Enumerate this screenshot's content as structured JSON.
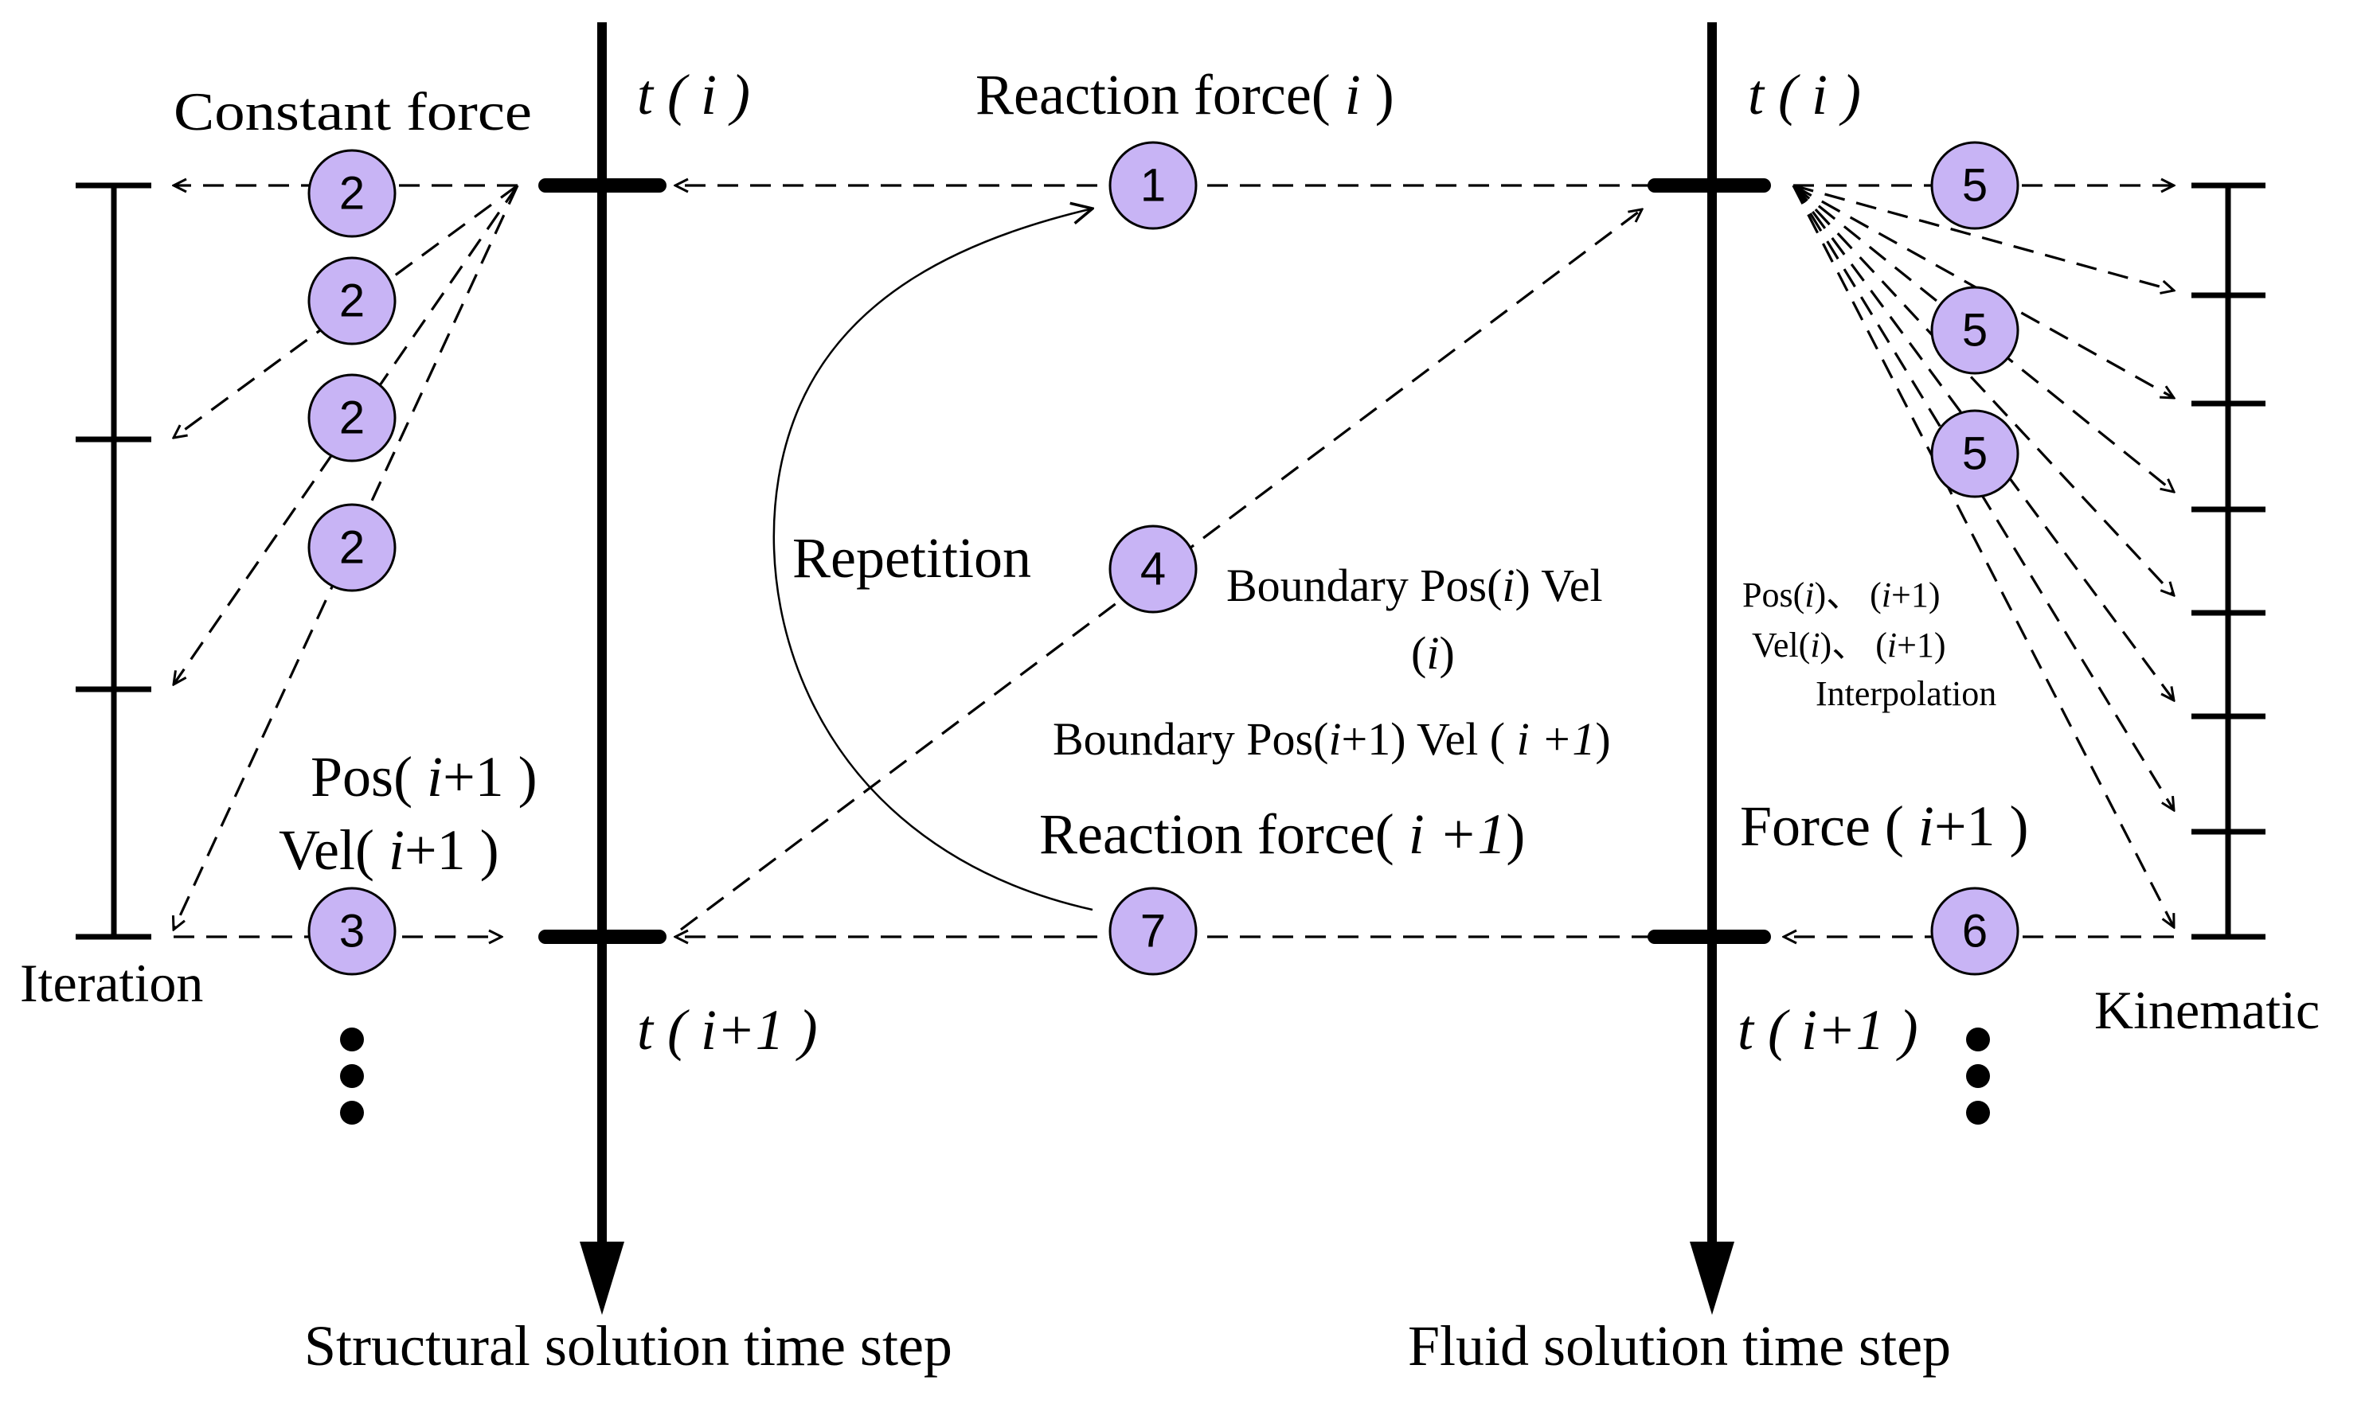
{
  "colors": {
    "node_fill": "#c8b4f5",
    "line": "#000000"
  },
  "labels": {
    "ti_left": [
      "t ( ",
      "i",
      " )"
    ],
    "ti_right": [
      "t ( ",
      "i",
      " )"
    ],
    "ti1_left": [
      "t ( ",
      "i+1",
      " )"
    ],
    "ti1_right": [
      "t ( ",
      "i+1",
      " )"
    ],
    "constant_force": "Constant force",
    "reaction_force_i": [
      "Reaction force( ",
      "i",
      " )"
    ],
    "reaction_force_i1": [
      "Reaction force( ",
      "i +1",
      ")"
    ],
    "repetition": "Repetition",
    "boundary_i_line1": [
      "Boundary Pos(",
      "i",
      ") Vel"
    ],
    "boundary_i_line2": [
      "(",
      "i",
      ")"
    ],
    "boundary_i1": [
      "Boundary Pos(",
      "i",
      "+1) Vel ( ",
      "i +1",
      ")"
    ],
    "pos_i1": [
      "Pos( ",
      "i",
      "+1 )"
    ],
    "vel_i1": [
      "Vel( ",
      "i",
      "+1 )"
    ],
    "iteration": "Iteration",
    "kinematic": "Kinematic",
    "pos_interp": [
      "Pos(",
      "i",
      ")、 (",
      "i",
      "+1)"
    ],
    "vel_interp": [
      "Vel(",
      "i",
      ")、 (",
      "i",
      "+1)"
    ],
    "interpolation": "Interpolation",
    "force_i1": [
      "Force  ( ",
      "i",
      "+1 )"
    ],
    "structural_axis": "Structural solution time step",
    "fluid_axis": "Fluid solution time step"
  },
  "nodes": {
    "n1": "1",
    "n2a": "2",
    "n2b": "2",
    "n2c": "2",
    "n2d": "2",
    "n3": "3",
    "n4": "4",
    "n5a": "5",
    "n5b": "5",
    "n5c": "5",
    "n6": "6",
    "n7": "7"
  }
}
